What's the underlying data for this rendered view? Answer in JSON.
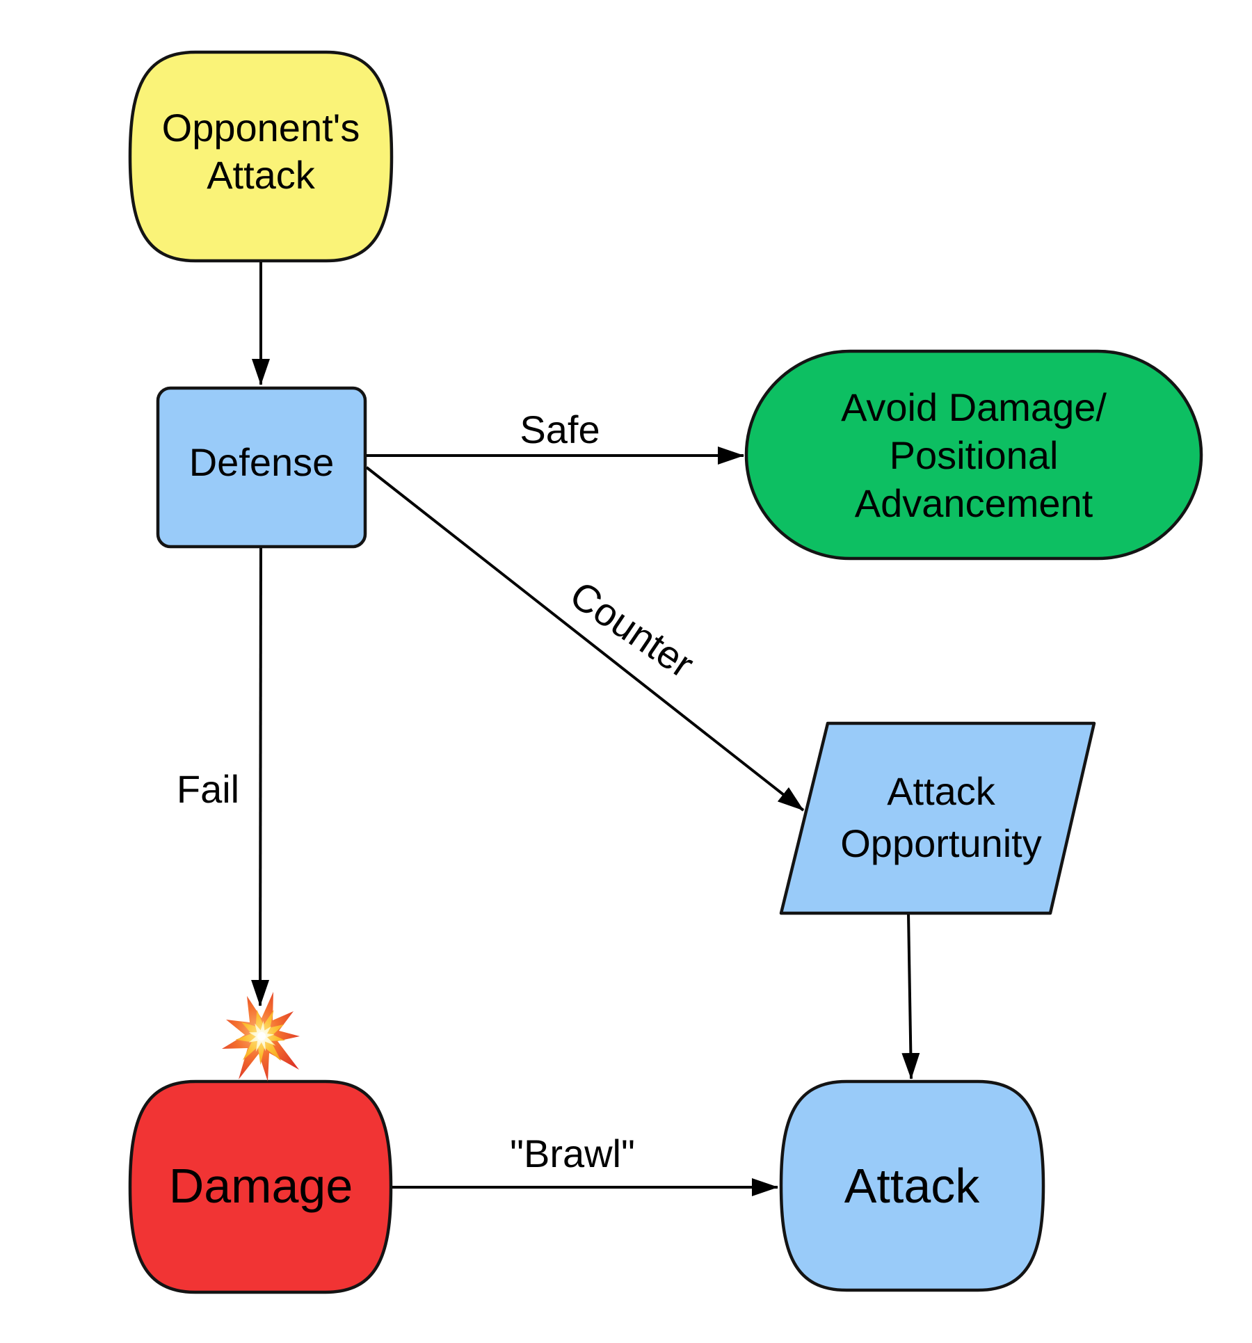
{
  "diagram": {
    "type": "flowchart",
    "background": "#FFFFFF",
    "stroke_color": "#141414",
    "arrow_color": "#000000",
    "text_color": "#000000",
    "nodes": {
      "opponents_attack": {
        "label": "Opponent's Attack",
        "lines": [
          "Opponent's",
          "Attack"
        ],
        "fill": "#FAF378",
        "shape": "rounded-barrel"
      },
      "defense": {
        "label": "Defense",
        "lines": [
          "Defense"
        ],
        "fill": "#99CBF9",
        "shape": "rounded-rectangle"
      },
      "avoid_damage": {
        "label": "Avoid Damage/Positional Advancement",
        "lines": [
          "Avoid Damage/",
          "Positional",
          "Advancement"
        ],
        "fill": "#0DBF62",
        "shape": "stadium"
      },
      "attack_opportunity": {
        "label": "Attack Opportunity",
        "lines": [
          "Attack",
          "Opportunity"
        ],
        "fill": "#99CBF9",
        "shape": "parallelogram"
      },
      "damage": {
        "label": "Damage",
        "lines": [
          "Damage"
        ],
        "fill": "#F13434",
        "shape": "rounded-barrel"
      },
      "attack": {
        "label": "Attack",
        "lines": [
          "Attack"
        ],
        "fill": "#99CBF9",
        "shape": "rounded-barrel"
      }
    },
    "edges": [
      {
        "from": "opponents_attack",
        "to": "defense",
        "label": ""
      },
      {
        "from": "defense",
        "to": "avoid_damage",
        "label": "Safe"
      },
      {
        "from": "defense",
        "to": "attack_opportunity",
        "label": "Counter"
      },
      {
        "from": "defense",
        "to": "damage",
        "label": "Fail"
      },
      {
        "from": "attack_opportunity",
        "to": "attack",
        "label": ""
      },
      {
        "from": "damage",
        "to": "attack",
        "label": "\"Brawl\""
      }
    ],
    "icons": {
      "explosion": "collision-explosion"
    }
  }
}
